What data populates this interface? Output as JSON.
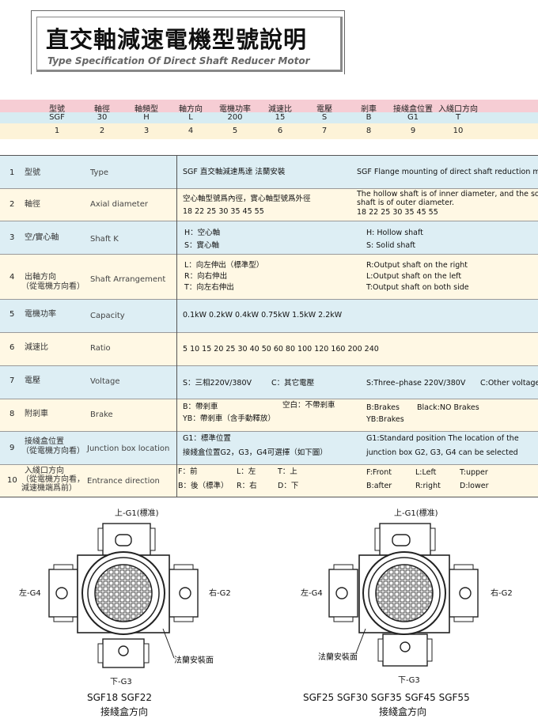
{
  "header": {
    "title_zh": "直交軸減速電機型號說明",
    "title_en": "Type Specification Of Direct Shaft Reducer Motor"
  },
  "code_table": {
    "headers": [
      "型號",
      "軸徑",
      "軸頻型",
      "軸方向",
      "電機功率",
      "減速比",
      "電壓",
      "剎車",
      "接綫盒位置",
      "入綫口方向"
    ],
    "values": [
      "SGF",
      "30",
      "H",
      "L",
      "200",
      "15",
      "S",
      "B",
      "G1",
      "T"
    ],
    "indices": [
      "1",
      "2",
      "3",
      "4",
      "5",
      "6",
      "7",
      "8",
      "9",
      "10"
    ]
  },
  "spec": {
    "rows": [
      {
        "num": "1",
        "zh": "型號",
        "en": "Type",
        "desc_zh": [
          "SGF  直交軸減速馬達   法蘭安裝"
        ],
        "desc_en": [
          "SGF Flange mounting of direct shaft reduction motor"
        ]
      },
      {
        "num": "2",
        "zh": "軸徑",
        "en": "Axial diameter",
        "desc_zh": [
          "空心軸型號爲內徑，實心軸型號爲外徑",
          "18   22   25   30   35   45  55"
        ],
        "desc_en": [
          "The hollow shaft is of inner diameter, and the solid",
          "shaft is of outer diameter.",
          "18   22   25   30   35   45   55"
        ]
      },
      {
        "num": "3",
        "zh": "空/實心軸",
        "en": "Shaft K",
        "desc_zh": [
          "H：空心軸",
          "S：實心軸"
        ],
        "desc_en": [
          "H: Hollow shaft",
          "S:  Solid shaft"
        ]
      },
      {
        "num": "4",
        "zh": "出軸方向",
        "zh2": "（從電機方向看）",
        "en": "Shaft Arrangement",
        "desc_zh": [
          "L：向左伸出（標準型）",
          "R：向右伸出",
          "T：向左右伸出"
        ],
        "desc_en": [
          "R:Output shaft on the right",
          "L:Output shaft on the left",
          "T:Output shaft on both side"
        ]
      },
      {
        "num": "5",
        "zh": "電機功率",
        "en": "Capacity",
        "desc_zh": [
          "0.1kW    0.2kW     0.4kW    0.75kW    1.5kW     2.2kW"
        ],
        "desc_en": []
      },
      {
        "num": "6",
        "zh": "減速比",
        "en": "Ratio",
        "desc_zh": [
          "5    10   15    20    25   30   40    50    60    80    100    120    160    200    240"
        ],
        "desc_en": []
      },
      {
        "num": "7",
        "zh": "電壓",
        "en": "Voltage",
        "desc_zh": [
          "S：三相220V/380V",
          "C：其它電壓"
        ],
        "desc_en": [
          "S:Three–phase 220V/380V",
          "C:Other voltage"
        ]
      },
      {
        "num": "8",
        "zh": "附剎車",
        "en": "Brake",
        "desc_zh": [
          "B：帶剎車",
          "空白：不帶剎車",
          "YB：帶剎車（含手動釋放）"
        ],
        "desc_en": [
          "B:Brakes",
          "Black:NO Brakes",
          "YB:Brakes"
        ]
      },
      {
        "num": "9",
        "zh": "接綫盒位置",
        "zh2": "（從電機方向看）",
        "en": "Junction box location",
        "desc_zh": [
          "G1：標準位置",
          "接綫盒位置G2，G3，G4可選擇（如下圖）"
        ],
        "desc_en": [
          "G1:Standard position The location of the",
          "junction box G2, G3, G4 can be selected"
        ]
      },
      {
        "num": "10",
        "zh": "入綫口方向",
        "zh2": "（從電機方向看，",
        "zh3": "減速機端爲前）",
        "en": "Entrance direction",
        "desc_zh": [
          "F：前",
          "L：左",
          "T：上",
          "B：後（標準）",
          "R：右",
          "D：下"
        ],
        "desc_en": [
          "F:Front",
          "L:Left",
          "T:upper",
          "B:after",
          "R:right",
          "D:lower"
        ]
      }
    ]
  },
  "diagrams": {
    "labels": {
      "top": "上-G1(標准)",
      "left": "左-G4",
      "right": "右-G2",
      "bottom": "下-G3",
      "flange": "法蘭安裝面"
    },
    "left_models": "SGF18   SGF22",
    "right_models": "SGF25   SGF30   SGF35   SGF45   SGF55",
    "caption": "接綫盒方向"
  }
}
